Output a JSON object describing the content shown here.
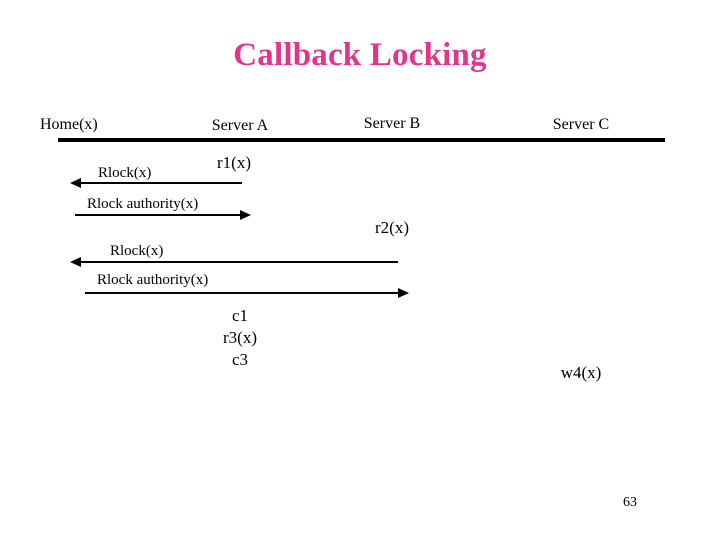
{
  "slide": {
    "title": "Callback Locking",
    "title_color": "#E3348B",
    "page_number": "63",
    "background_color": "#FFFFFF",
    "line_color": "#000000"
  },
  "columns": [
    {
      "id": "home",
      "label": "Home(x)"
    },
    {
      "id": "server-a",
      "label": "Server A"
    },
    {
      "id": "server-b",
      "label": "Server B"
    },
    {
      "id": "server-c",
      "label": "Server C"
    }
  ],
  "diagram": {
    "type": "sequence-diagram",
    "exchanges": [
      {
        "id": "exchange-1",
        "marker": "r1(x)",
        "marker_column": "server-a",
        "messages": [
          {
            "label": "Rlock(x)",
            "direction": "left",
            "from": "server-a",
            "to": "home"
          },
          {
            "label": "Rlock authority(x)",
            "direction": "right",
            "from": "home",
            "to": "server-a"
          }
        ]
      },
      {
        "id": "exchange-2",
        "marker": "r2(x)",
        "marker_column": "server-b",
        "messages": [
          {
            "label": "Rlock(x)",
            "direction": "left",
            "from": "server-b",
            "to": "home"
          },
          {
            "label": "Rlock authority(x)",
            "direction": "right",
            "from": "home",
            "to": "server-b"
          }
        ]
      }
    ],
    "operations": {
      "column": "server-a",
      "items": [
        "c1",
        "r3(x)",
        "c3"
      ]
    },
    "remote_operation": {
      "column": "server-c",
      "label": "w4(x)"
    }
  }
}
